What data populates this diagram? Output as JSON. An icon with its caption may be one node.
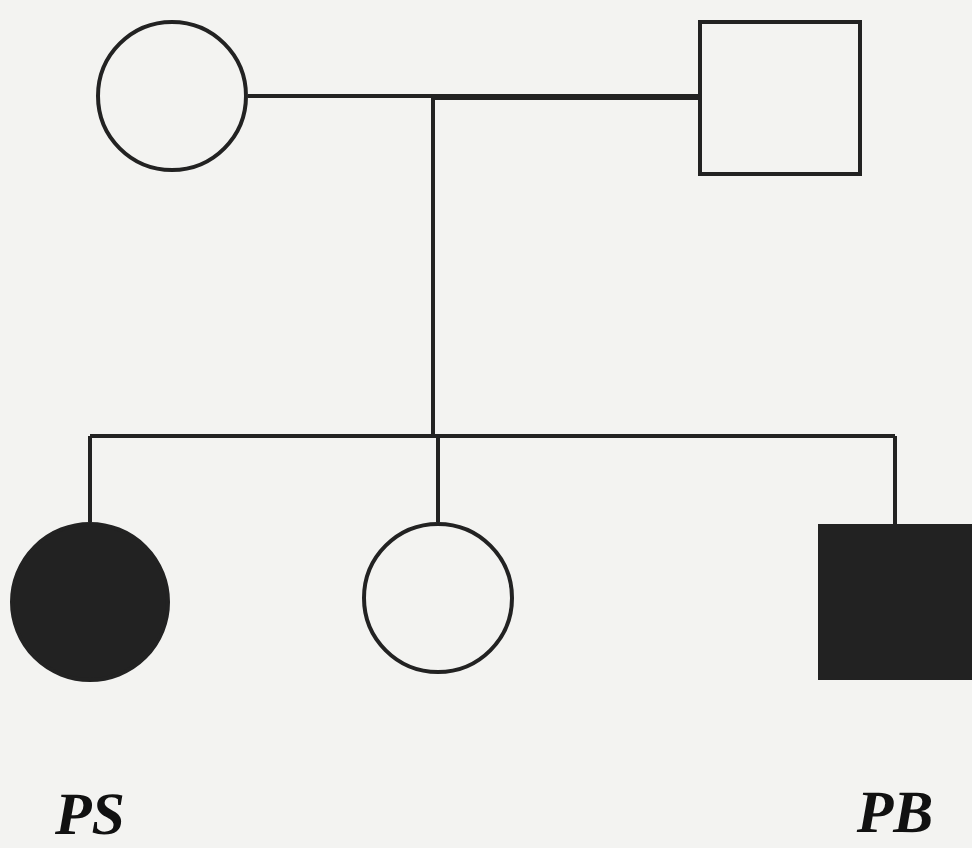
{
  "diagram": {
    "nodes": [
      {
        "text": [],
        "shape": "circle"
      },
      {
        "text": [],
        "shape": "box"
      },
      {
        "text": [],
        "shape": "disc",
        "beside": [
          "PS"
        ]
      },
      {
        "text": [],
        "shape": "circle"
      },
      {
        "text": [],
        "shape": "block",
        "beside": [
          "PB"
        ]
      }
    ],
    "edges": [
      {
        "from": 0,
        "to": 1,
        "arrow": "none"
      },
      {
        "from": 0,
        "to": 2,
        "arrow": "none"
      },
      {
        "from": 1,
        "to": 2,
        "arrow": "none"
      },
      {
        "from": 0,
        "to": 3,
        "arrow": "none"
      },
      {
        "from": 1,
        "to": 3,
        "arrow": "none"
      },
      {
        "from": 0,
        "to": 4,
        "arrow": "none"
      },
      {
        "from": 1,
        "to": 4,
        "arrow": "none"
      }
    ]
  }
}
